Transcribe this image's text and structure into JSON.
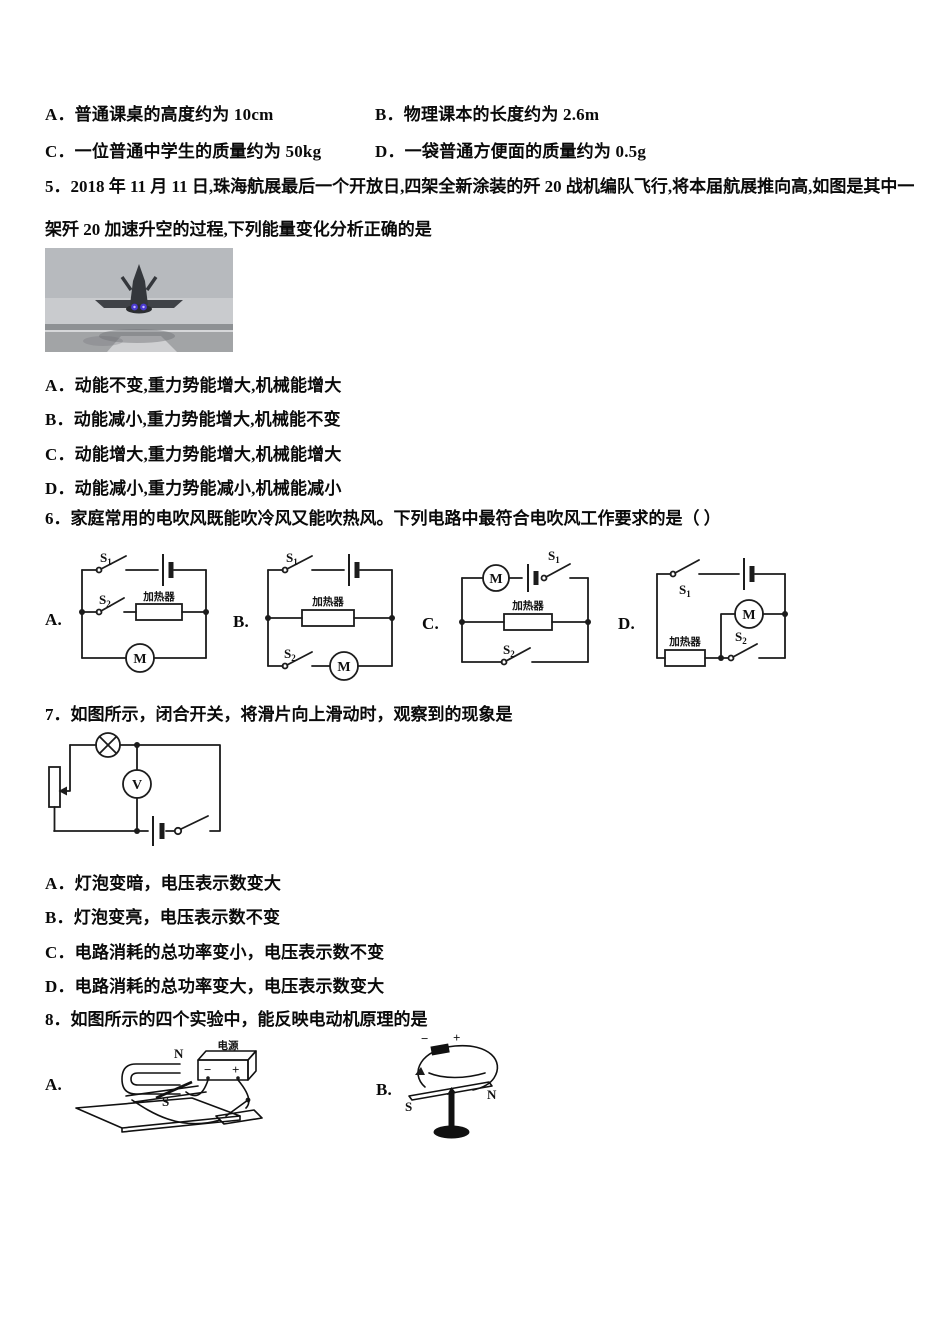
{
  "colors": {
    "ink": "#0a0a0a",
    "paper": "#ffffff",
    "photo_sky": "#b7babe",
    "photo_runway": "#a2a4a6",
    "jet_body": "#34373c",
    "engine_glow": "#4b3bd0"
  },
  "q4": {
    "options": [
      "A．普通课桌的高度约为 10cm",
      "B．物理课本的长度约为 2.6m",
      "C．一位普通中学生的质量约为 50kg",
      "D．一袋普通方便面的质量约为 0.5g"
    ]
  },
  "q5": {
    "line1": "5．2018 年 11 月 11 日,珠海航展最后一个开放日,四架全新涂装的歼 20 战机编队飞行,将本届航展推向高,如图是其中一",
    "line2": "架歼 20 加速升空的过程,下列能量变化分析正确的是",
    "photo_alt": "歼20加速升空照片",
    "options": [
      "A．动能不变,重力势能增大,机械能增大",
      "B．动能减小,重力势能增大,机械能不变",
      "C．动能增大,重力势能增大,机械能增大",
      "D．动能减小,重力势能减小,机械能减小"
    ]
  },
  "q6": {
    "text": "6．家庭常用的电吹风既能吹冷风又能吹热风。下列电路中最符合电吹风工作要求的是（ ）",
    "circuit_labels": [
      "A.",
      "B.",
      "C.",
      "D."
    ],
    "parts": {
      "s": "S",
      "s1": "1",
      "s2": "2",
      "heater": "加热器",
      "motor": "M"
    }
  },
  "q7": {
    "text": "7．如图所示，闭合开关，将滑片向上滑动时，观察到的现象是",
    "voltmeter": "V",
    "options": [
      "A．灯泡变暗，电压表示数变大",
      "B．灯泡变亮，电压表示数不变",
      "C．电路消耗的总功率变小，电压表示数不变",
      "D．电路消耗的总功率变大，电压表示数变大"
    ]
  },
  "q8": {
    "text": "8．如图所示的四个实验中，能反映电动机原理的是",
    "label_a": "A.",
    "label_b": "B.",
    "exp_a": {
      "n": "N",
      "s": "S",
      "battery": "电源",
      "minus": "−",
      "plus": "+"
    },
    "exp_b": {
      "n": "N",
      "s": "S",
      "minus": "−",
      "plus": "+"
    }
  }
}
